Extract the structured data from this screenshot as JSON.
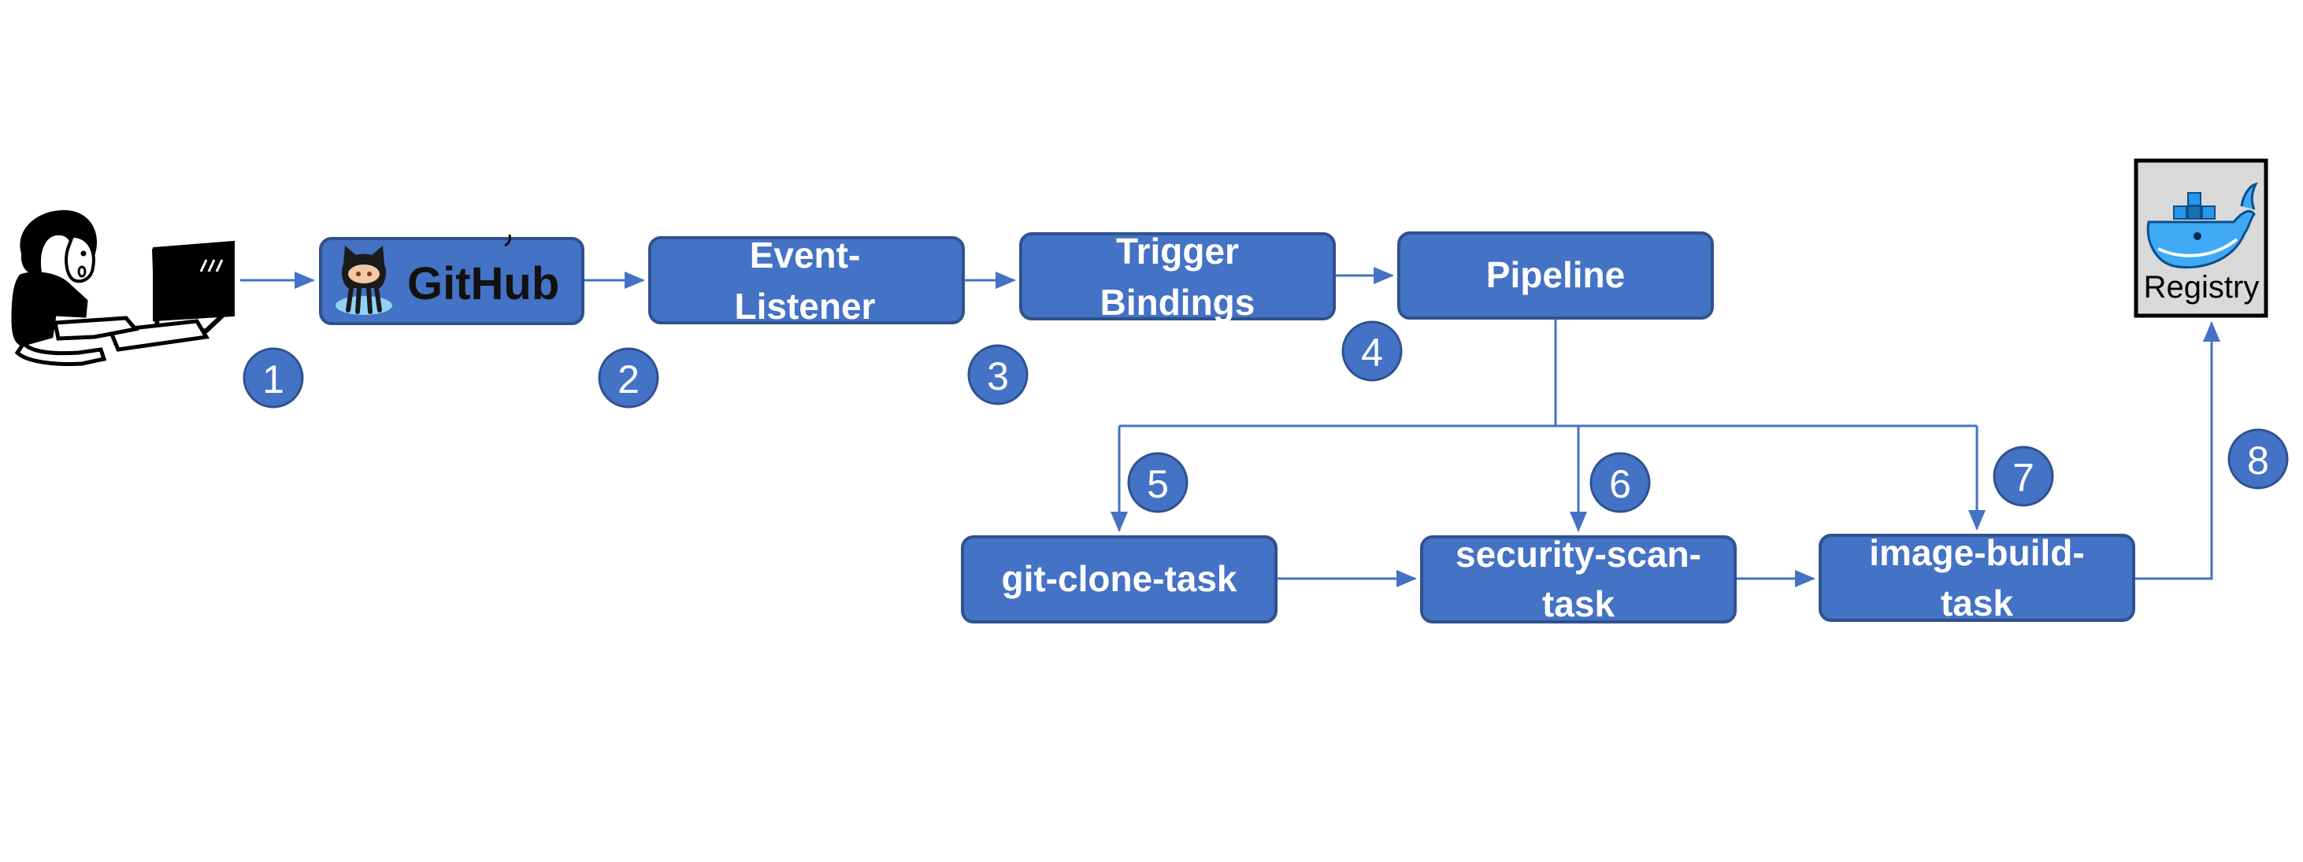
{
  "nodes": {
    "github": "GitHub",
    "event_listener": [
      "Event-",
      "Listener"
    ],
    "trigger_bindings": [
      "Trigger",
      "Bindings"
    ],
    "pipeline": "Pipeline",
    "git_clone_task": "git-clone-task",
    "security_scan_task": [
      "security-scan-",
      "task"
    ],
    "image_build_task": [
      "image-build-",
      "task"
    ],
    "registry": "Registry"
  },
  "steps": [
    "1",
    "2",
    "3",
    "4",
    "5",
    "6",
    "7",
    "8"
  ],
  "colors": {
    "box_fill": "#4472c4",
    "box_border": "#2f528f",
    "text": "#ffffff"
  },
  "icons": [
    "developer-at-computer-icon",
    "github-octocat-icon",
    "docker-whale-icon"
  ]
}
